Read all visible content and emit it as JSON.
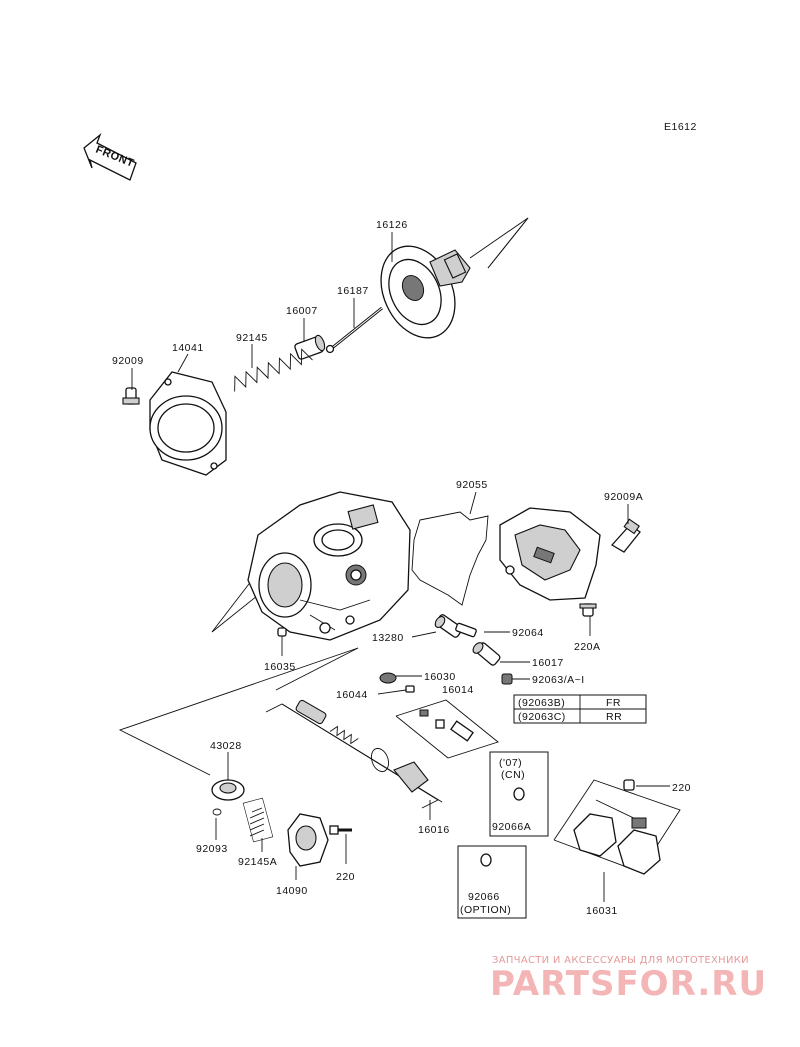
{
  "diagram_code": "E1612",
  "front_label": "FRONT",
  "parts": {
    "p16126": "16126",
    "p16187": "16187",
    "p16007": "16007",
    "p92145": "92145",
    "p14041": "14041",
    "p92009": "92009",
    "p92055": "92055",
    "p92009A": "92009A",
    "p92064": "92064",
    "p13280": "13280",
    "p220A": "220A",
    "p16017": "16017",
    "p16035": "16035",
    "p16030": "16030",
    "p92063": "92063/A~I",
    "p16044": "16044",
    "p16014": "16014",
    "p43028": "43028",
    "p16016": "16016",
    "p92093": "92093",
    "p92145A": "92145A",
    "p220a": "220",
    "p220b": "220",
    "p14090": "14090",
    "p92066A": "92066A",
    "p92066": "92066",
    "p16031": "16031"
  },
  "variant_table": {
    "rows": [
      {
        "code": "(92063B)",
        "pos": "FR"
      },
      {
        "code": "(92063C)",
        "pos": "RR"
      }
    ]
  },
  "box_cn": {
    "line1": "('07)",
    "line2": "(CN)"
  },
  "box_option": "(OPTION)",
  "watermark": {
    "top": "ЗАПЧАСТИ И АКСЕССУАРЫ ДЛЯ МОТОТЕХНИКИ",
    "main": "PARTSFOR.RU"
  },
  "colors": {
    "line": "#111111",
    "watermark": "#f3b5b5"
  }
}
